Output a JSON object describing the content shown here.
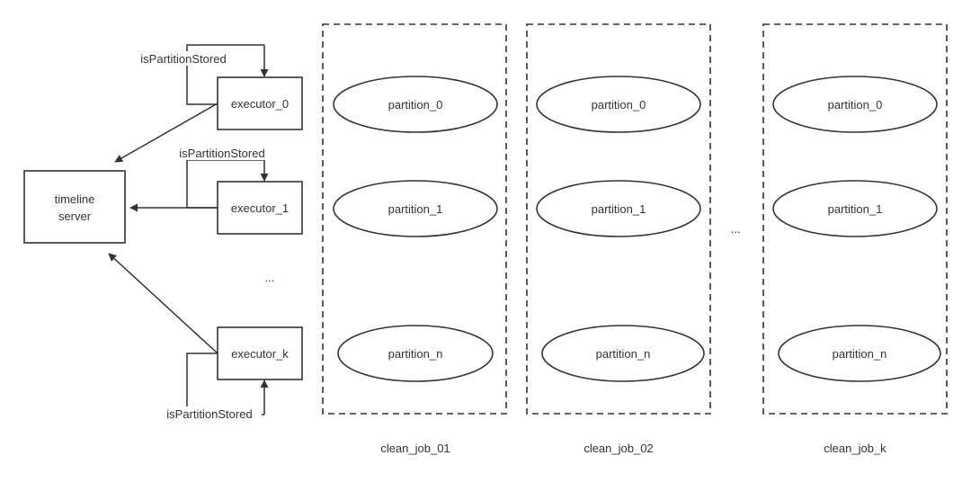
{
  "server": {
    "line1": "timeline",
    "line2": "server"
  },
  "executors": [
    "executor_0",
    "executor_1",
    "executor_k"
  ],
  "executor_ellipsis": "...",
  "check_label": "isPartitionStored",
  "jobs": [
    {
      "name": "clean_job_01",
      "partitions": [
        "partition_0",
        "partition_1",
        "partition_n"
      ]
    },
    {
      "name": "clean_job_02",
      "partitions": [
        "partition_0",
        "partition_1",
        "partition_n"
      ]
    },
    {
      "name": "clean_job_k",
      "partitions": [
        "partition_0",
        "partition_1",
        "partition_n"
      ]
    }
  ],
  "jobs_ellipsis": "..."
}
